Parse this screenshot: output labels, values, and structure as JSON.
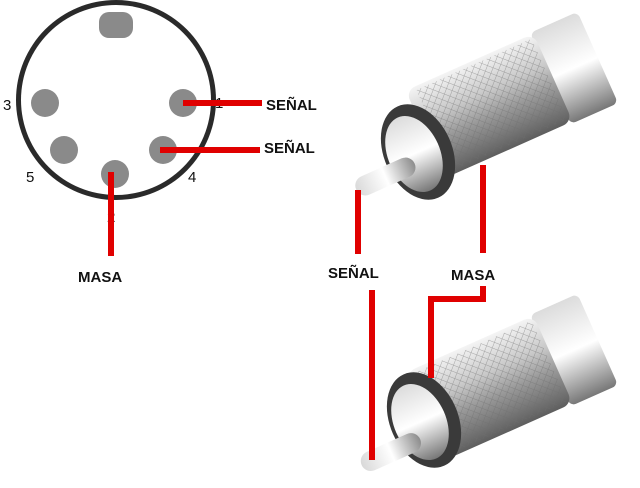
{
  "colors": {
    "wire": "#e00000",
    "pin": "#8a8a8a",
    "connector_ring": "#2a2a2a",
    "metal_light": "#e6e6e6",
    "metal_dark": "#7a7a7a"
  },
  "din_connector": {
    "pin_numbers": {
      "p1": "1",
      "p2": "2",
      "p3": "3",
      "p4": "4",
      "p5": "5"
    }
  },
  "labels": {
    "din_signal_1": "SEÑAL",
    "din_signal_2": "SEÑAL",
    "din_ground": "MASA",
    "rca_signal": "SEÑAL",
    "rca_ground": "MASA"
  }
}
